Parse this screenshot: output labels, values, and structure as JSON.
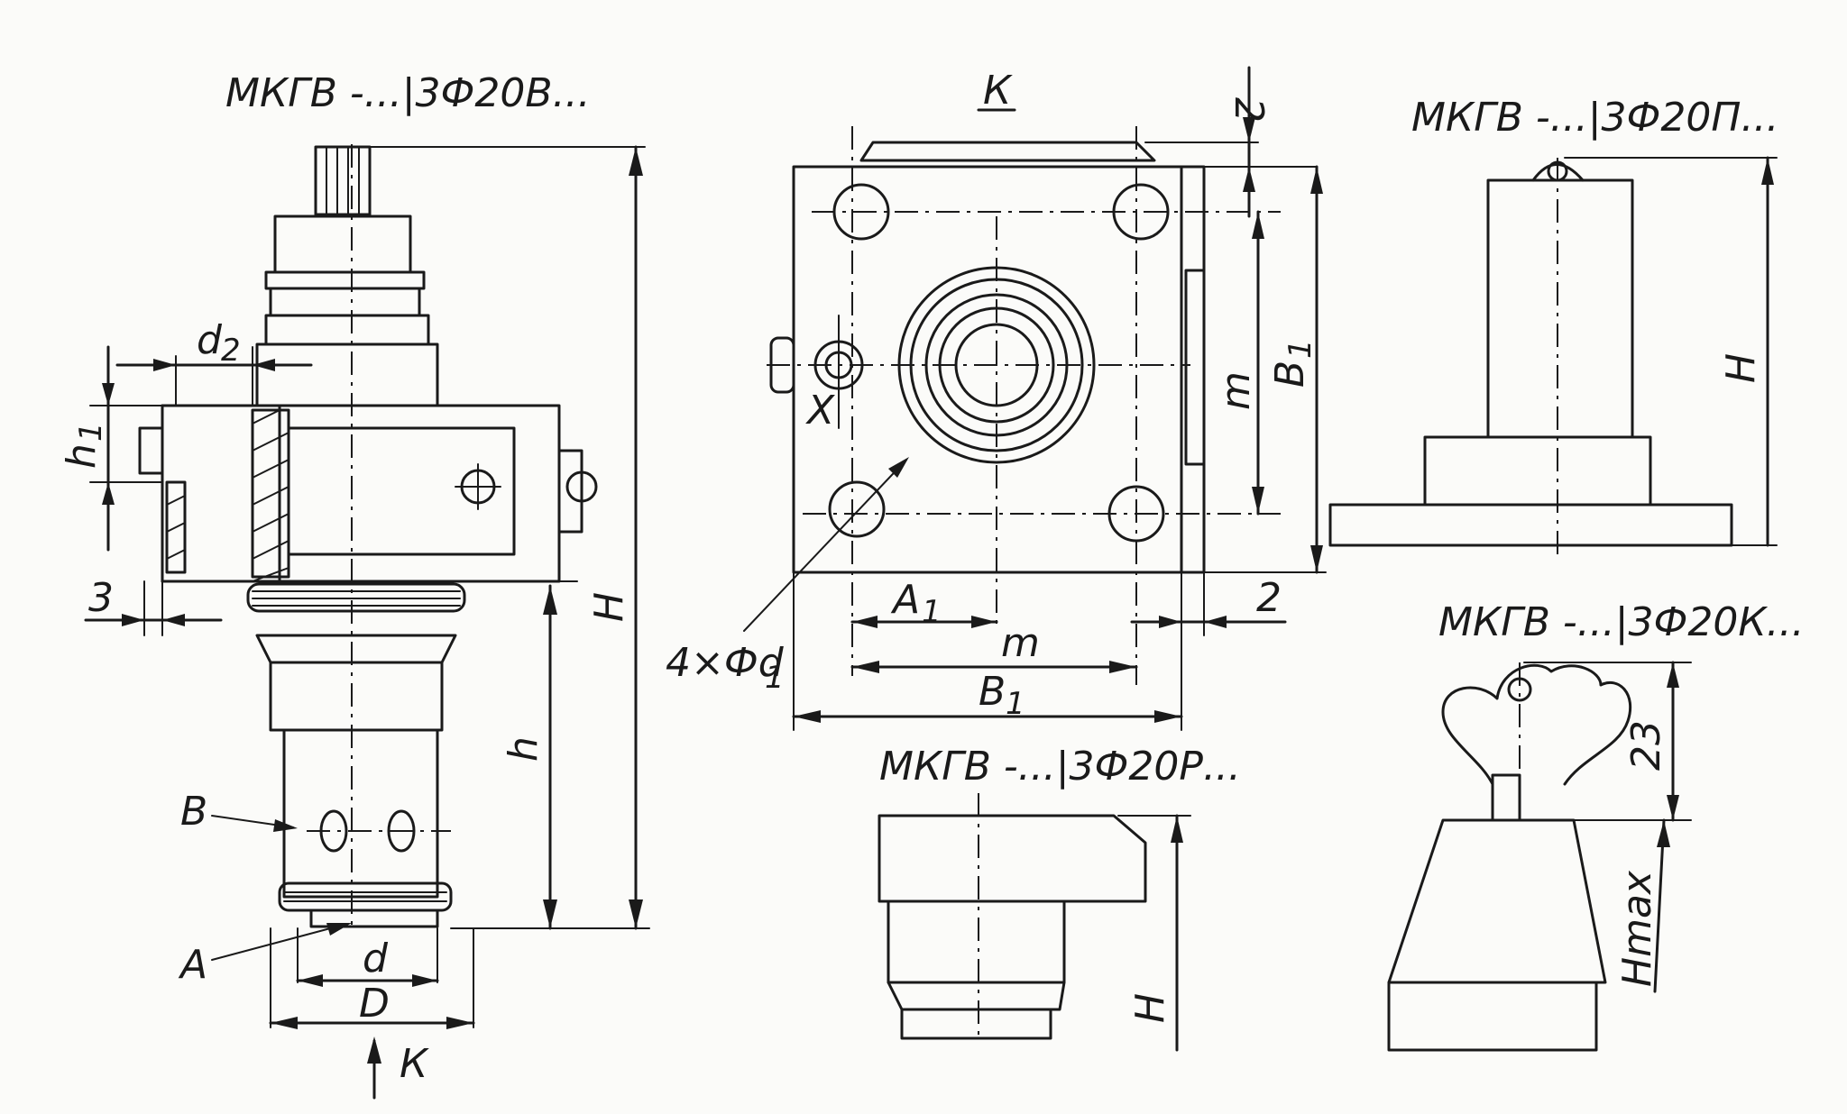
{
  "views": {
    "main": {
      "title": "МКГВ -...|3Ф20В..."
    },
    "top_p": {
      "title": "МКГВ -...|3Ф20П..."
    },
    "side_r": {
      "title": "МКГВ -...|3Ф20Р..."
    },
    "key_k": {
      "title": "МКГВ -...|3Ф20К..."
    },
    "view_k": {
      "title": "К"
    }
  },
  "labels": {
    "d2": "d",
    "d2_sub": "2",
    "h1": "h",
    "h1_sub": "1",
    "three": "3",
    "H_main": "H",
    "h_main": "h",
    "B": "B",
    "A": "A",
    "d": "d",
    "D": "D",
    "K_arrow": "К",
    "two_top": "2",
    "two_bottom": "2",
    "m_vert": "m",
    "B1_vert": "B",
    "B1_vert_sub": "1",
    "X": "X",
    "A1": "A",
    "A1_sub": "1",
    "m_horiz": "m",
    "B1_horiz": "B",
    "B1_horiz_sub": "1",
    "hole_spec": "4×Фd",
    "hole_spec_sub": "1",
    "H_top": "H",
    "H_side": "H",
    "twenty_three": "23",
    "Hmax": "Hmax"
  }
}
